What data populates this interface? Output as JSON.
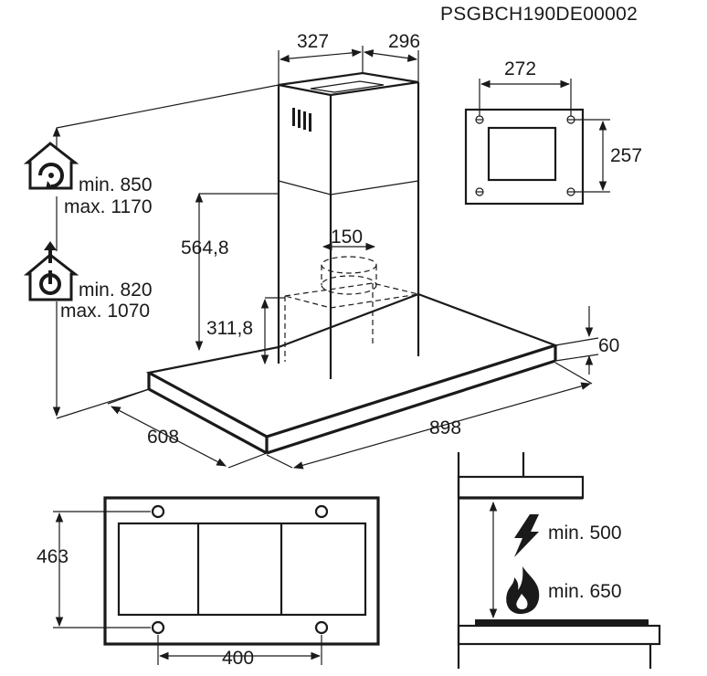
{
  "model_code": "PSGBCH190DE00002",
  "chimney": {
    "width": "327",
    "depth": "296",
    "height_upper": "564,8",
    "height_lower": "311,8",
    "outlet_diameter": "150"
  },
  "bracket": {
    "width": "272",
    "height": "257"
  },
  "hood": {
    "depth": "608",
    "width": "898",
    "thickness": "60"
  },
  "ceiling_heights": {
    "recirculation": {
      "min": "min. 850",
      "max": "max. 1170",
      "icon": "recirculation-house-icon"
    },
    "extraction": {
      "min": "min. 820",
      "max": "max. 1070",
      "icon": "extraction-house-icon"
    }
  },
  "bottom_view": {
    "hole_vertical": "463",
    "hole_horizontal": "400"
  },
  "installation": {
    "electric_min": "min. 500",
    "gas_min": "min. 650",
    "electric_icon": "lightning-icon",
    "gas_icon": "flame-icon"
  }
}
